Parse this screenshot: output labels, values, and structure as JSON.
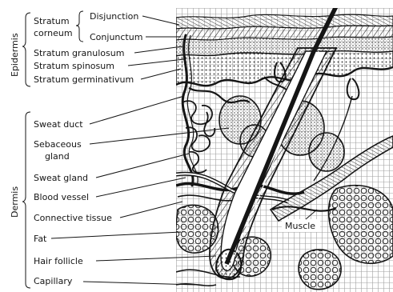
{
  "sections": {
    "epidermis": "Epidermis",
    "dermis": "Dermis"
  },
  "labels": {
    "stratum_corneum_1": "Stratum",
    "stratum_corneum_2": "corneum",
    "disjunction": "Disjunction",
    "conjunctum": "Conjunctum",
    "stratum_granulosum": "Stratum  granulosum",
    "stratum_spinosum": "Stratum  spinosum",
    "stratum_germinativum": "Stratum  germinativum",
    "sweat_duct": "Sweat duct",
    "sebaceous_1": "Sebaceous",
    "sebaceous_2": "gland",
    "sweat_gland": "Sweat gland",
    "blood_vessel": "Blood vessel",
    "connective_tissue": "Connective tissue",
    "fat": "Fat",
    "hair_follicle": "Hair follicle",
    "capillary": "Capillary",
    "muscle": "Muscle"
  },
  "colors": {
    "ink": "#151515",
    "paper": "#ffffff"
  }
}
